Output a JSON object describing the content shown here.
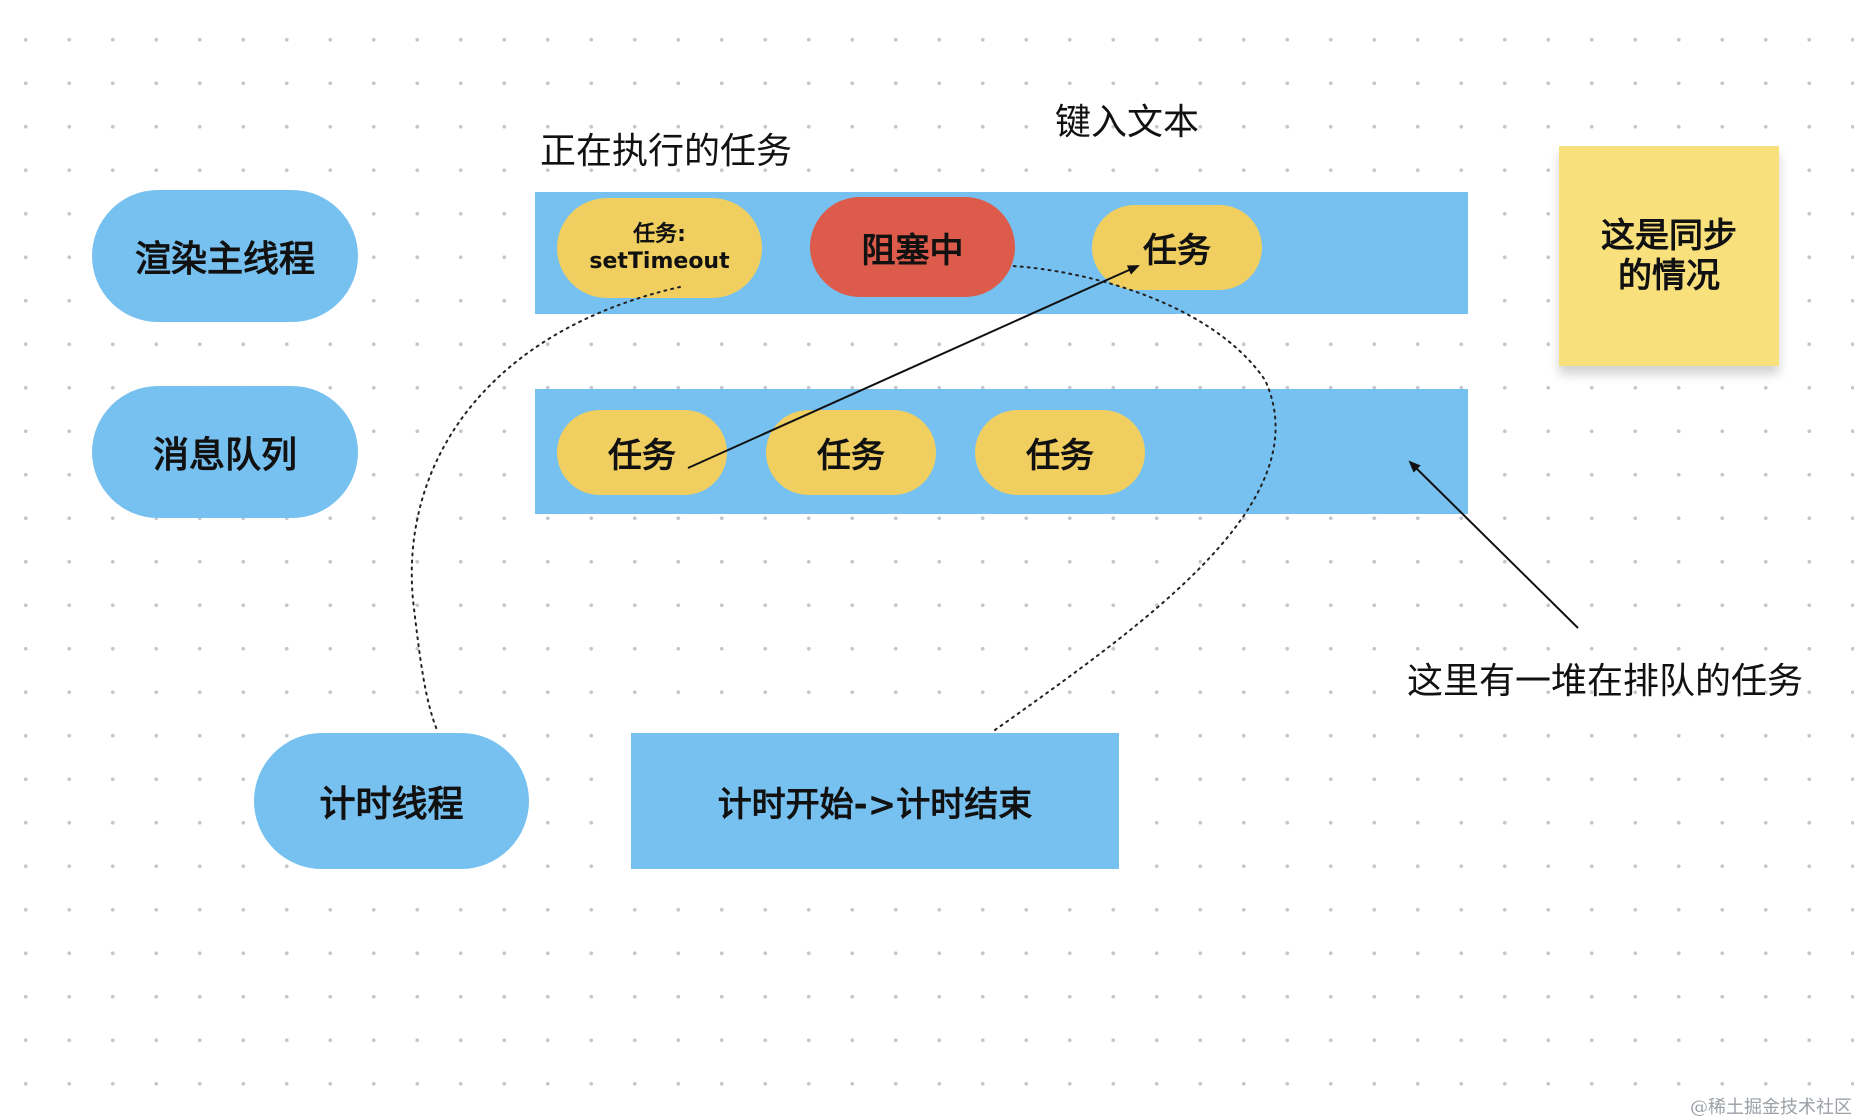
{
  "labels": {
    "running_task": "正在执行的任务",
    "key_input": "键入文本",
    "queue_note": "这里有一堆在排队的任务"
  },
  "threads": {
    "render_main": "渲染主线程",
    "message_queue": "消息队列",
    "timer": "计时线程"
  },
  "main_lane": {
    "settimeout_task_line1": "任务:",
    "settimeout_task_line2": "setTimeout",
    "blocking": "阻塞中",
    "task": "任务"
  },
  "queue_lane": {
    "tasks": [
      "任务",
      "任务",
      "任务"
    ]
  },
  "timer_box": "计时开始->计时结束",
  "sticky_note": {
    "line1": "这是同步",
    "line2": "的情况"
  },
  "watermark": "@稀土掘金技术社区",
  "colors": {
    "thread_blue": "#77c1f0",
    "task_yellow": "#f0cf60",
    "blocking_red": "#dc5b4b",
    "note_yellow": "#f8e07c"
  }
}
